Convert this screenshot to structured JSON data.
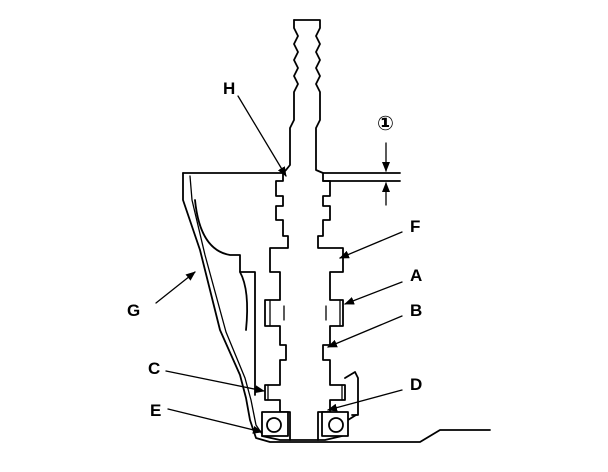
{
  "diagram": {
    "labels": {
      "h": "H",
      "f": "F",
      "a": "A",
      "b": "B",
      "g": "G",
      "c": "C",
      "d": "D",
      "e": "E",
      "dimension": "①"
    }
  }
}
